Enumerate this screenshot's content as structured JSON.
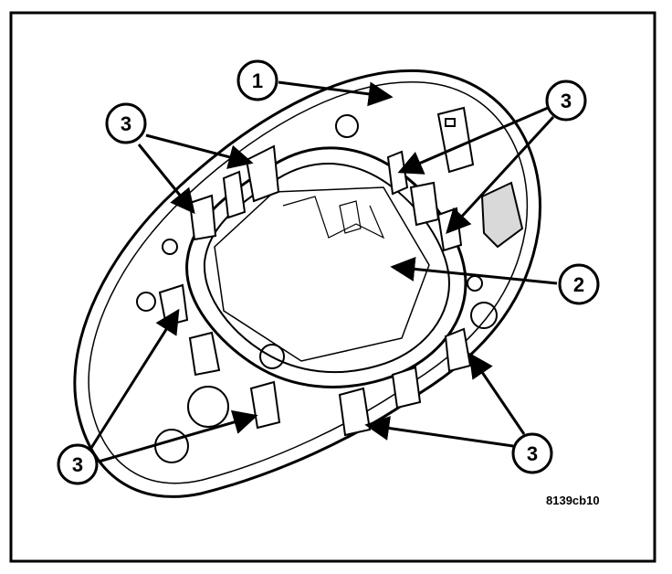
{
  "figure_id": "8139cb10",
  "callouts": {
    "c1": "1",
    "c2": "2",
    "c3_top_left": "3",
    "c3_top_right": "3",
    "c3_bottom_left": "3",
    "c3_bottom_right": "3"
  }
}
